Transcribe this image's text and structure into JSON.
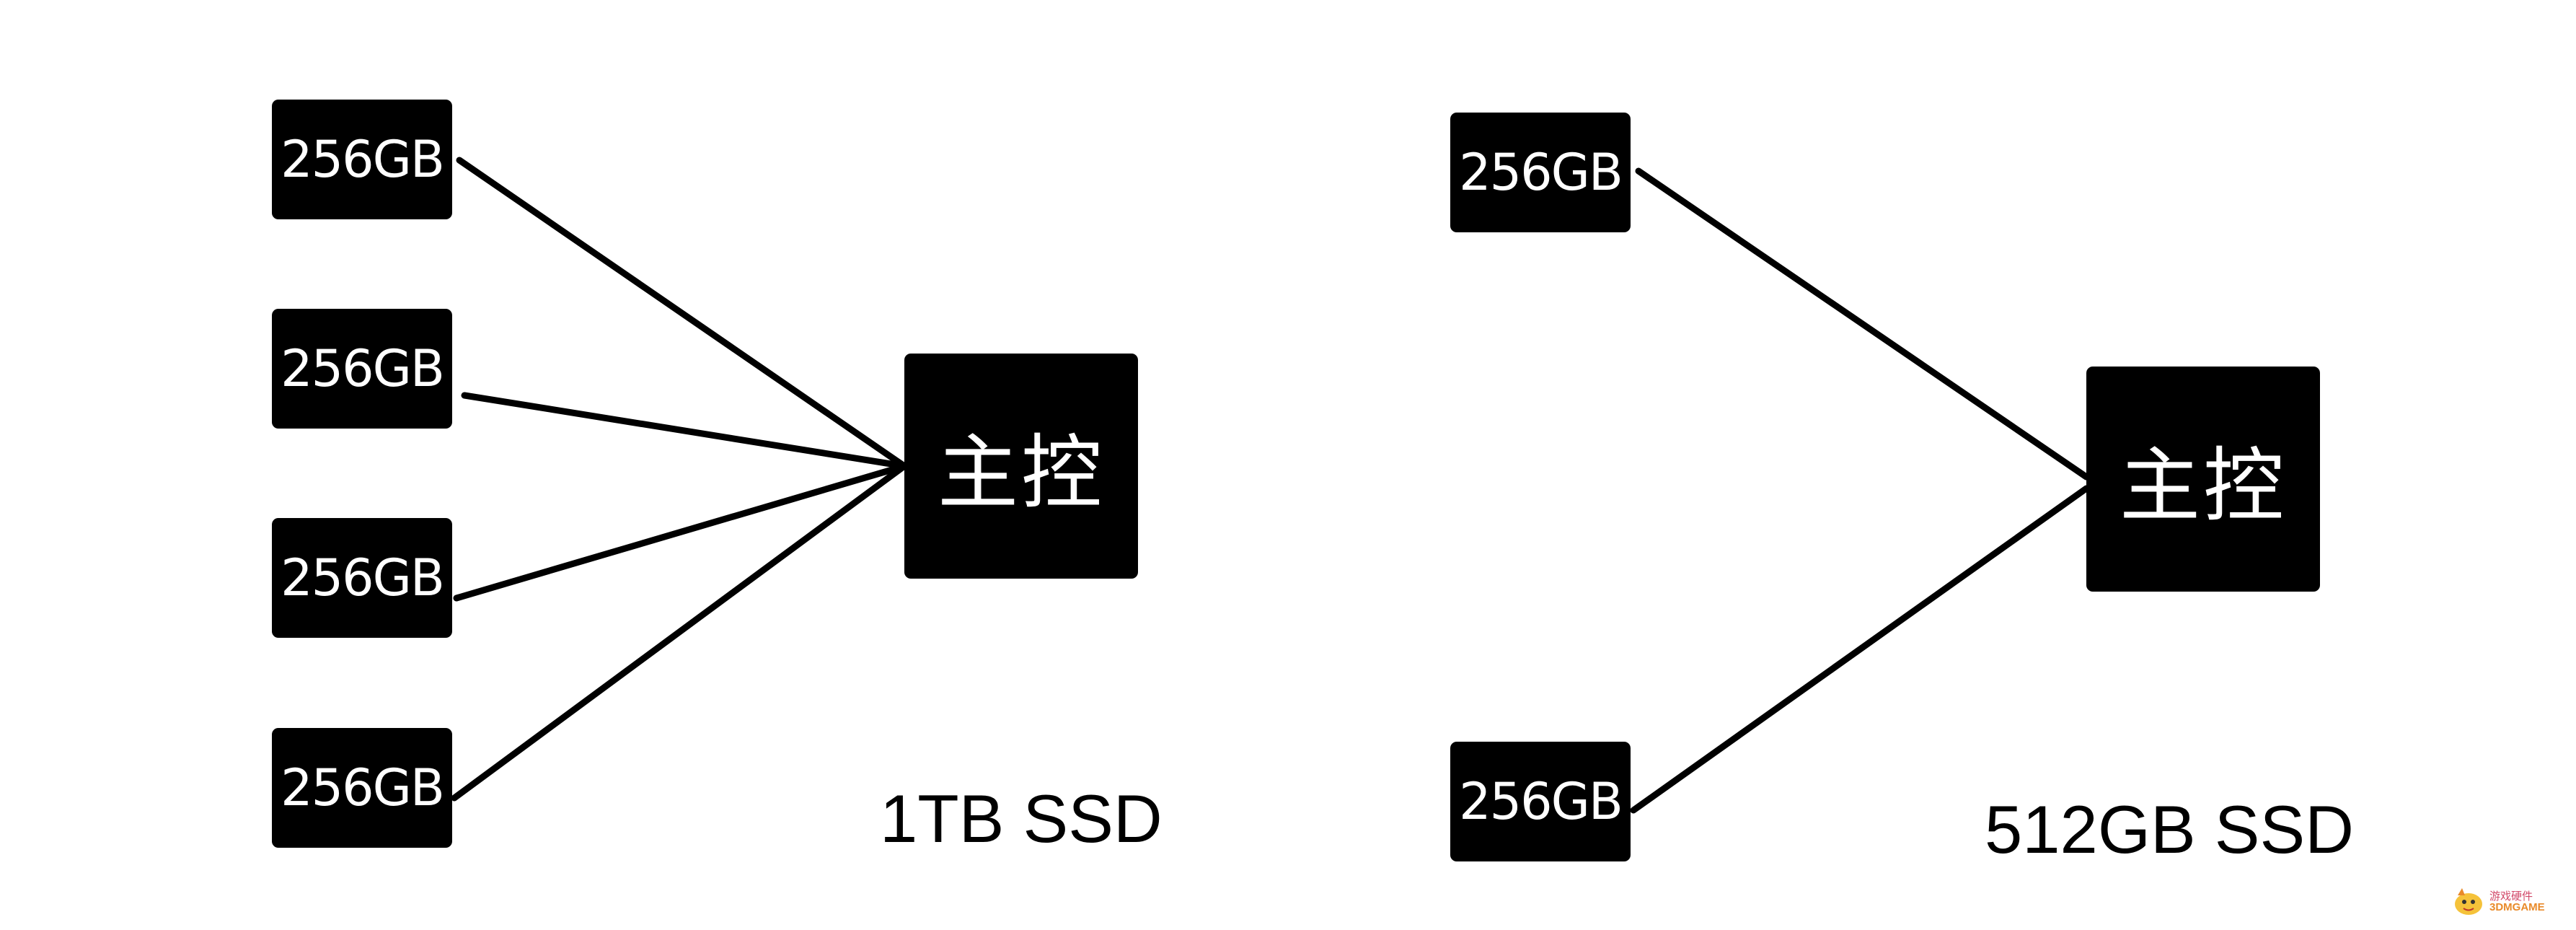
{
  "diagrams": [
    {
      "caption": "1TB SSD",
      "controller_label": "主控",
      "chips": [
        "256GB",
        "256GB",
        "256GB",
        "256GB"
      ]
    },
    {
      "caption": "512GB SSD",
      "controller_label": "主控",
      "chips": [
        "256GB",
        "256GB"
      ]
    }
  ],
  "watermark": {
    "line1": "游戏硬件",
    "line2": "3DMGAME"
  },
  "colors": {
    "box_fill": "#000000",
    "box_text": "#ffffff",
    "line": "#000000",
    "background": "#ffffff"
  }
}
